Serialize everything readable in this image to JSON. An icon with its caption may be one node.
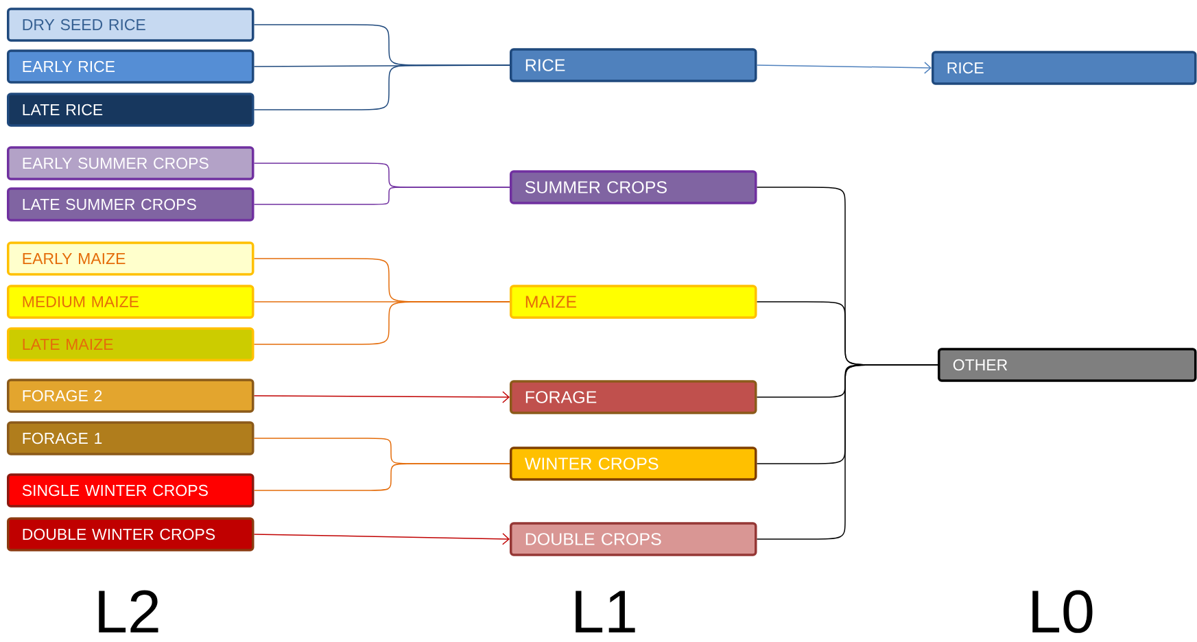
{
  "diagram": {
    "nodes": [
      {
        "text": [
          "DRY SEED RICE"
        ]
      },
      {
        "text": [
          "EARLY RICE"
        ]
      },
      {
        "text": [
          "LATE RICE"
        ]
      },
      {
        "text": [
          "EARLY SUMMER CROPS"
        ]
      },
      {
        "text": [
          "LATE SUMMER CROPS"
        ]
      },
      {
        "text": [
          "EARLY MAIZE"
        ]
      },
      {
        "text": [
          "MEDIUM MAIZE"
        ]
      },
      {
        "text": [
          "LATE MAIZE"
        ]
      },
      {
        "text": [
          "FORAGE 2"
        ]
      },
      {
        "text": [
          "FORAGE 1"
        ]
      },
      {
        "text": [
          "SINGLE WINTER CROPS"
        ]
      },
      {
        "text": [
          "DOUBLE WINTER CROPS"
        ]
      },
      {
        "text": [
          "RICE"
        ]
      },
      {
        "text": [
          "SUMMER CROPS"
        ]
      },
      {
        "text": [
          "MAIZE"
        ]
      },
      {
        "text": [
          "FORAGE"
        ]
      },
      {
        "text": [
          "WINTER CROPS"
        ]
      },
      {
        "text": [
          "DOUBLE CROPS"
        ]
      },
      {
        "text": [
          "RICE"
        ]
      },
      {
        "text": [
          "OTHER"
        ]
      }
    ],
    "edges": [
      {
        "from": 0,
        "to": 12,
        "arrow": "none",
        "color": "#1f497d"
      },
      {
        "from": 1,
        "to": 12,
        "arrow": "none",
        "color": "#1f497d"
      },
      {
        "from": 2,
        "to": 12,
        "arrow": "none",
        "color": "#1f497d"
      },
      {
        "from": 3,
        "to": 13,
        "arrow": "none",
        "color": "#7030a0"
      },
      {
        "from": 4,
        "to": 13,
        "arrow": "none",
        "color": "#7030a0"
      },
      {
        "from": 5,
        "to": 14,
        "arrow": "none",
        "color": "#e46c0a"
      },
      {
        "from": 6,
        "to": 14,
        "arrow": "none",
        "color": "#e46c0a"
      },
      {
        "from": 7,
        "to": 14,
        "arrow": "none",
        "color": "#e46c0a"
      },
      {
        "from": 8,
        "to": 15,
        "arrow": "to",
        "color": "#c00000"
      },
      {
        "from": 9,
        "to": 16,
        "arrow": "none",
        "color": "#e46c0a"
      },
      {
        "from": 10,
        "to": 16,
        "arrow": "none",
        "color": "#e46c0a"
      },
      {
        "from": 11,
        "to": 17,
        "arrow": "to",
        "color": "#c00000"
      },
      {
        "from": 12,
        "to": 18,
        "arrow": "to",
        "color": "#4f81bd"
      },
      {
        "from": 13,
        "to": 19,
        "arrow": "none",
        "color": "#000000"
      },
      {
        "from": 14,
        "to": 19,
        "arrow": "none",
        "color": "#000000"
      },
      {
        "from": 15,
        "to": 19,
        "arrow": "none",
        "color": "#000000"
      },
      {
        "from": 16,
        "to": 19,
        "arrow": "none",
        "color": "#000000"
      },
      {
        "from": 17,
        "to": 19,
        "arrow": "none",
        "color": "#000000"
      }
    ],
    "labels": [
      "L2",
      "L1",
      "L0"
    ]
  }
}
